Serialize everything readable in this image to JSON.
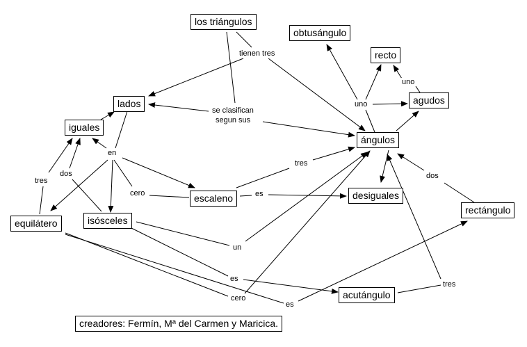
{
  "concept_map": {
    "nodes": {
      "triangulos": "los triángulos",
      "obtusangulo": "obtusángulo",
      "recto": "recto",
      "lados": "lados",
      "agudos": "agudos",
      "iguales": "iguales",
      "angulos": "ángulos",
      "escaleno": "escaleno",
      "desiguales": "desiguales",
      "equilatero": "equilátero",
      "isosceles": "isósceles",
      "rectangulo": "rectángulo",
      "acutangulo": "acutángulo",
      "creadores": "creadores: Fermín, Mª del Carmen y Maricica."
    },
    "links": {
      "tienen_tres": "tienen tres",
      "se_clasifican": "se clasifican",
      "segun_sus": "segun sus",
      "uno_main": "uno",
      "uno_agudos": "uno",
      "en": "en",
      "tres_left": "tres",
      "dos_left": "dos",
      "cero_mid": "cero",
      "tres_mid": "tres",
      "es_escaleno": "es",
      "dos_right": "dos",
      "un": "un",
      "es_iso": "es",
      "cero_bottom": "cero",
      "es_equi": "es",
      "tres_bottom": "tres"
    }
  }
}
